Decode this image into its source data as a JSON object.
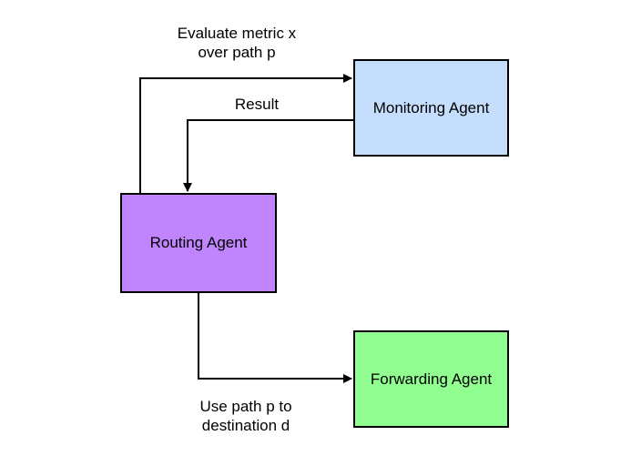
{
  "nodes": {
    "monitoring": {
      "label": "Monitoring Agent",
      "color": "#c5defd"
    },
    "routing": {
      "label": "Routing Agent",
      "color": "#c084fc"
    },
    "forwarding": {
      "label": "Forwarding Agent",
      "color": "#90fe90"
    }
  },
  "edges": {
    "evaluate": {
      "line1": "Evaluate metric x",
      "line2": "over path p"
    },
    "result": {
      "label": "Result"
    },
    "use_path": {
      "line1": "Use path p to",
      "line2": "destination d"
    }
  }
}
